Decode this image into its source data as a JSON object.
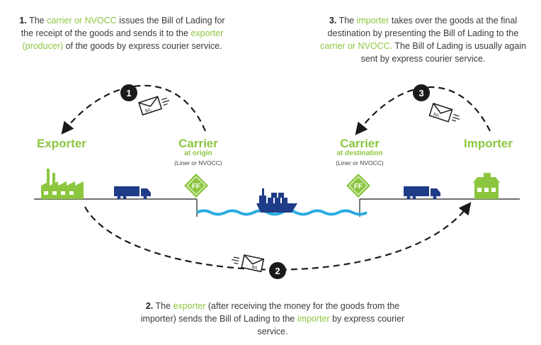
{
  "notes": {
    "n1": {
      "num": "1.",
      "p1": " The ",
      "h1": "carrier or NVOCC",
      "p2": " issues the Bill of Lading for the receipt of the goods and sends it to the ",
      "h2": "exporter (producer)",
      "p3": " of the goods by express courier service."
    },
    "n3": {
      "num": "3.",
      "p1": " The ",
      "h1": "importer",
      "p2": " takes over the goods at the final destination by presenting the Bill of Lading to the ",
      "h2": "carrier or NVOCC.",
      "p3": " The Bill of Lading is usually again sent by express courier service."
    },
    "n2": {
      "num": "2.",
      "p1": " The ",
      "h1": "exporter",
      "p2": " (after receiving the money for the goods from the importer) sends the Bill of Lading to the ",
      "h2": "importer",
      "p3": " by express courier service."
    }
  },
  "labels": {
    "exporter": "Exporter",
    "importer": "Importer",
    "carrier_origin": "Carrier",
    "carrier_origin_sub": "at origin",
    "carrier_origin_note": "(Liner or NVOCC)",
    "carrier_dest": "Carrier",
    "carrier_dest_sub": "at destination",
    "carrier_dest_note": "(Liner or NVOCC)",
    "ff_left": "FF",
    "ff_right": "FF",
    "step1": "1",
    "step2": "2",
    "step3": "3",
    "bl1": "B/L",
    "bl2": "B/L",
    "bl3": "B/L"
  },
  "colors": {
    "green": "#8cc63f",
    "navy": "#1f3c88",
    "water": "#29abe2",
    "dark": "#1a1a1a"
  }
}
